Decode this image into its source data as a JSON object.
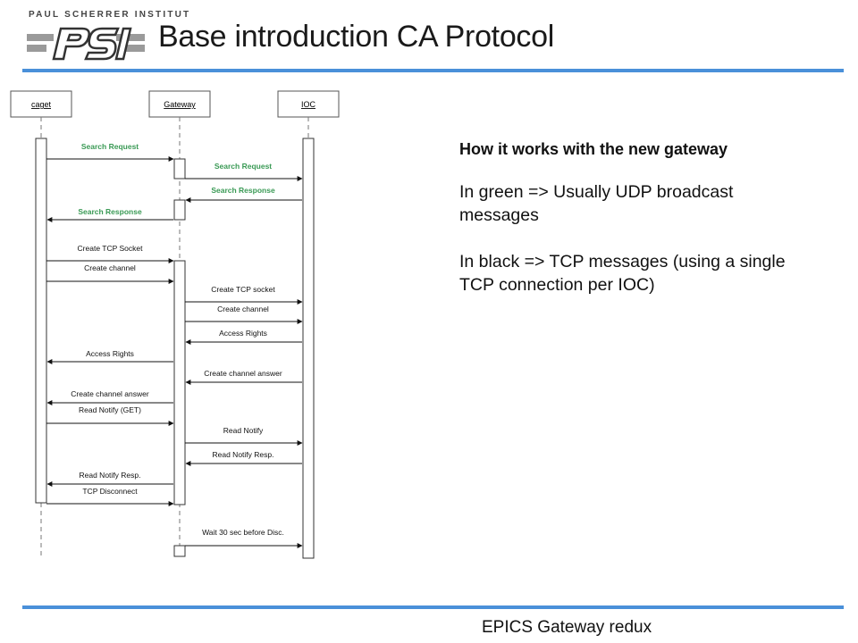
{
  "header": {
    "logo_text": "PAUL SCHERRER INSTITUT",
    "logo_mark": "PSI",
    "title": "Base introduction CA Protocol"
  },
  "colors": {
    "accent_rule": "#4a90d9",
    "green_message": "#3a9a55",
    "black_message": "#111111"
  },
  "diagram": {
    "participants": [
      "caget",
      "Gateway",
      "IOC"
    ],
    "messages": [
      {
        "label": "Search Request",
        "color": "green"
      },
      {
        "label": "Search Request",
        "color": "green"
      },
      {
        "label": "Search Response",
        "color": "green"
      },
      {
        "label": "Search Response",
        "color": "green"
      },
      {
        "label": "Create TCP Socket",
        "color": "black"
      },
      {
        "label": "Create channel",
        "color": "black"
      },
      {
        "label": "Create TCP socket",
        "color": "black"
      },
      {
        "label": "Create channel",
        "color": "black"
      },
      {
        "label": "Access Rights",
        "color": "black"
      },
      {
        "label": "Access Rights",
        "color": "black"
      },
      {
        "label": "Create channel answer",
        "color": "black"
      },
      {
        "label": "Create channel answer",
        "color": "black"
      },
      {
        "label": "Read Notify (GET)",
        "color": "black"
      },
      {
        "label": "Read Notify",
        "color": "black"
      },
      {
        "label": "Read Notify Resp.",
        "color": "black"
      },
      {
        "label": "Read Notify Resp.",
        "color": "black"
      },
      {
        "label": "TCP Disconnect",
        "color": "black"
      },
      {
        "label": "Wait 30 sec before Disc.",
        "color": "black"
      }
    ]
  },
  "notes": {
    "heading": "How it works with the new gateway",
    "line1": "In green => Usually UDP broadcast messages",
    "line2": "In black => TCP messages (using a single TCP connection per IOC)"
  },
  "footer": {
    "text": "EPICS Gateway redux"
  }
}
